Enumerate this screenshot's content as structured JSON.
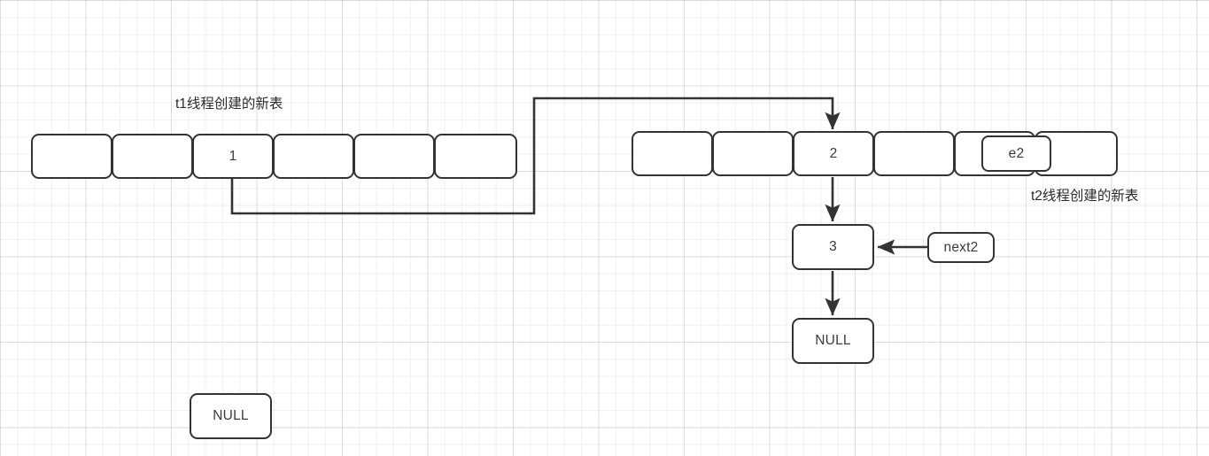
{
  "diagram": {
    "title": "ConcurrentHashMap / HashMap multi-thread resize linked-list diagram",
    "stroke_color": "#333333",
    "text_color": "#3a3a3a",
    "background": "#ffffff",
    "grid_color": "#ececec"
  },
  "labels": {
    "t1_table": "t1线程创建的新表",
    "t2_table": "t2线程创建的新表"
  },
  "left_table": {
    "name": "t1-new-table",
    "cells": [
      {
        "text": ""
      },
      {
        "text": ""
      },
      {
        "text": "1"
      },
      {
        "text": ""
      },
      {
        "text": ""
      },
      {
        "text": ""
      }
    ]
  },
  "right_table": {
    "name": "t2-new-table",
    "cells": [
      {
        "text": ""
      },
      {
        "text": ""
      },
      {
        "text": "2"
      },
      {
        "text": ""
      },
      {
        "text": ""
      },
      {
        "text": ""
      }
    ]
  },
  "nodes": {
    "left_null": "NULL",
    "node_3": "3",
    "node_null": "NULL",
    "e2": "e2",
    "next2": "next2"
  },
  "edges": [
    {
      "name": "edge-cell1-to-node2",
      "from": "left-table-cell-3",
      "to": "right-table-cell-3",
      "arrow": true
    },
    {
      "name": "edge-node2-to-node3",
      "from": "right-table-cell-3",
      "to": "node-3",
      "arrow": true
    },
    {
      "name": "edge-node3-to-null",
      "from": "node-3",
      "to": "node-null",
      "arrow": true
    },
    {
      "name": "edge-e2-to-node2",
      "from": "e2",
      "to": "right-table-cell-3",
      "arrow": true
    },
    {
      "name": "edge-next2-to-node3",
      "from": "next2",
      "to": "node-3",
      "arrow": true
    }
  ]
}
